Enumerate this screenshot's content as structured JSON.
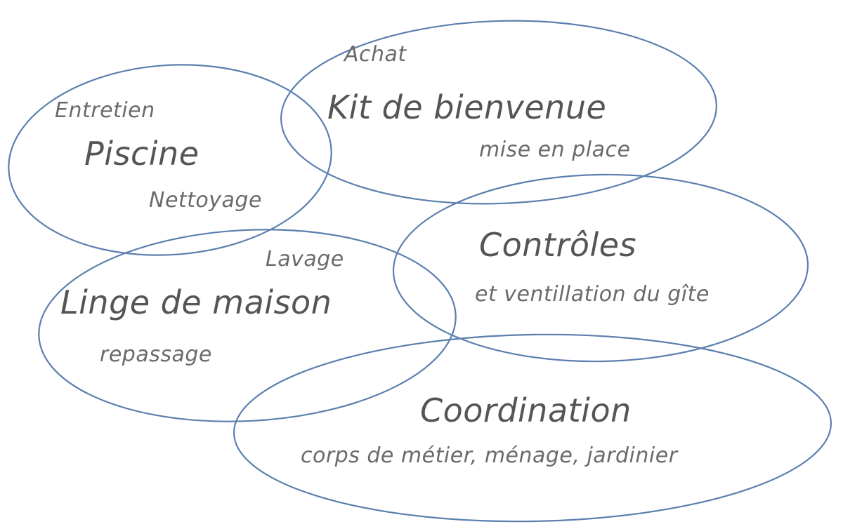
{
  "diagram": {
    "stroke_color": "#5b7fae",
    "text_color": "#555555",
    "bubbles": [
      {
        "id": "piscine",
        "title": "Piscine",
        "subs": [
          "Entretien",
          "Nettoyage"
        ]
      },
      {
        "id": "kit",
        "title": "Kit de bienvenue",
        "subs": [
          "Achat",
          "mise en place"
        ]
      },
      {
        "id": "controles",
        "title": "Contrôles",
        "subs": [
          "et ventillation du gîte"
        ]
      },
      {
        "id": "linge",
        "title": "Linge de maison",
        "subs": [
          "Lavage",
          "repassage"
        ]
      },
      {
        "id": "coordination",
        "title": "Coordination",
        "subs": [
          "corps de métier, ménage, jardinier"
        ]
      }
    ]
  }
}
